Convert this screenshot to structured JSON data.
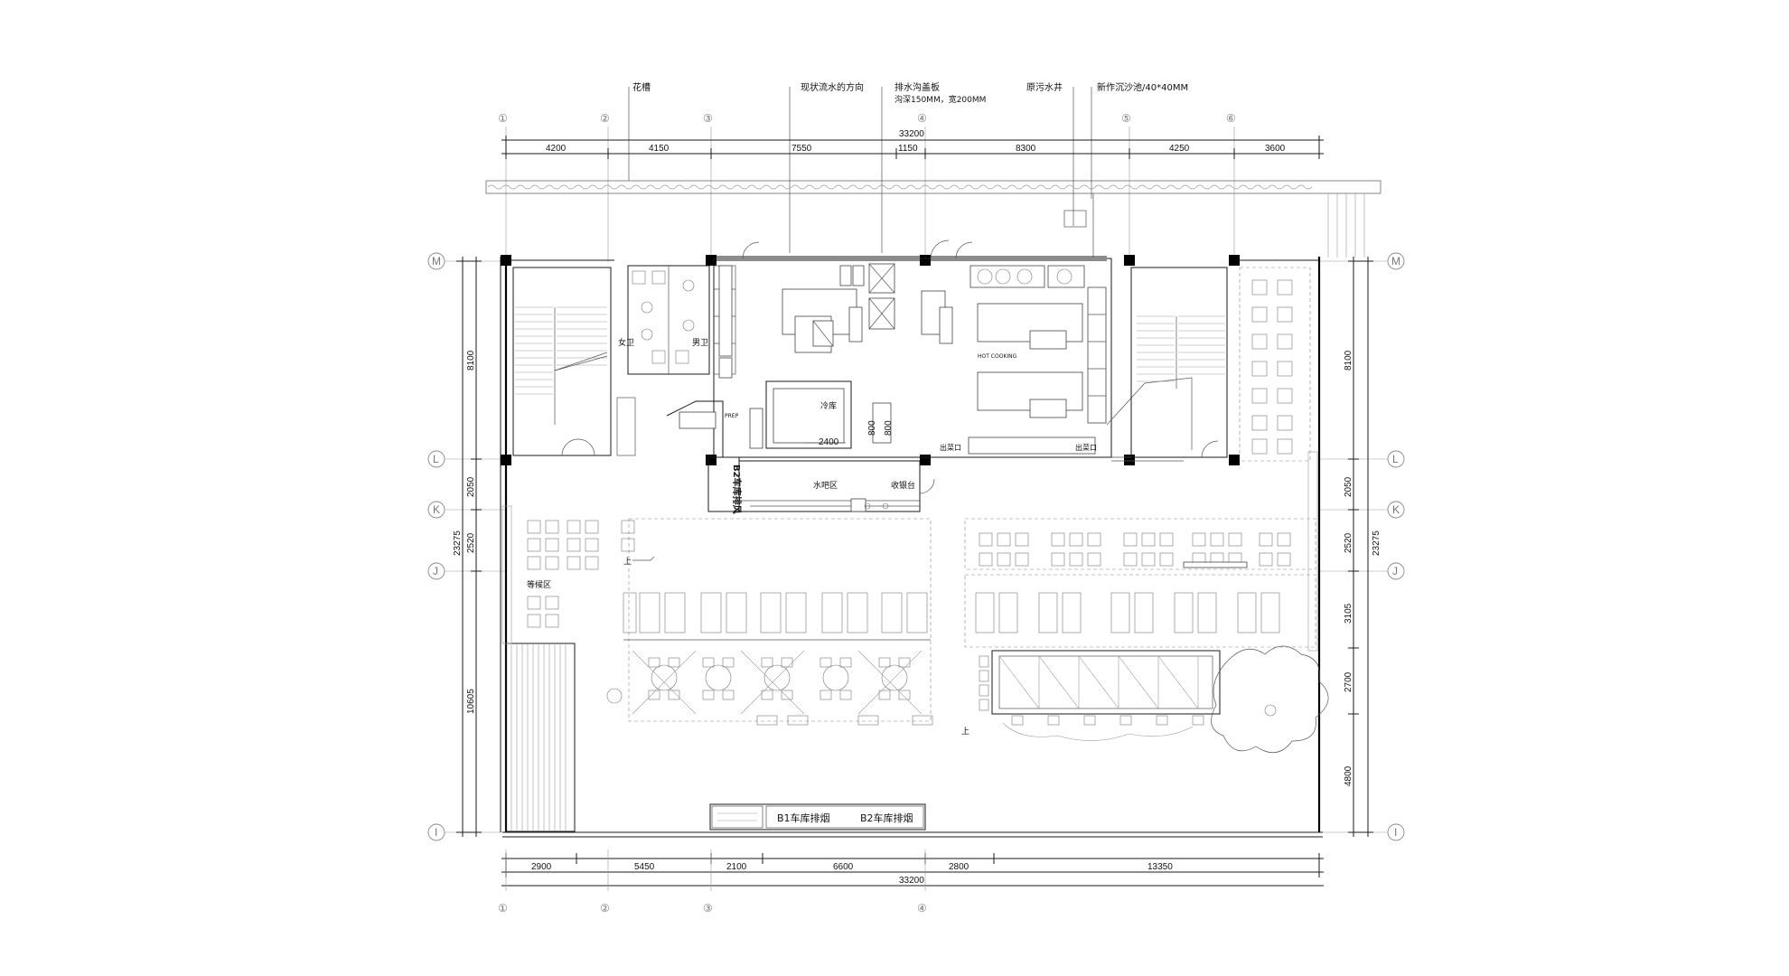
{
  "drawing": {
    "overall_dimension": "33200",
    "top_axes": [
      {
        "id": "top-1",
        "label": "①"
      },
      {
        "id": "top-2",
        "label": "②"
      },
      {
        "id": "top-3",
        "label": "③"
      },
      {
        "id": "top-4",
        "label": "④"
      },
      {
        "id": "top-5",
        "label": "⑤"
      },
      {
        "id": "top-6",
        "label": "⑥"
      }
    ],
    "bottom_axes": [
      {
        "id": "bot-1",
        "label": "①"
      },
      {
        "id": "bot-2",
        "label": "②"
      },
      {
        "id": "bot-3",
        "label": "③"
      },
      {
        "id": "bot-4",
        "label": "④"
      }
    ],
    "left_axes": [
      {
        "id": "M",
        "label": "M"
      },
      {
        "id": "L",
        "label": "L"
      },
      {
        "id": "K",
        "label": "K"
      },
      {
        "id": "J",
        "label": "J"
      },
      {
        "id": "I",
        "label": "I"
      }
    ],
    "top_dims": [
      "4200",
      "4150",
      "7550",
      "1150",
      "8300",
      "4250",
      "3600"
    ],
    "bottom_dims": [
      "2900",
      "5450",
      "2100",
      "6600",
      "2800",
      "13350"
    ],
    "left_dims": [
      "8100",
      "2050",
      "2520",
      "10605"
    ],
    "left_total": "23275",
    "right_dims": [
      "8100",
      "2050",
      "2520",
      "3105",
      "2700",
      "4800"
    ],
    "right_total": "23275"
  },
  "annotations": {
    "flower_bed": "花槽",
    "water_flow": "现状流水的方向",
    "drain_cover": "排水沟盖板",
    "drain_spec": "沟深150MM，宽200MM",
    "sewage_well": "原污水井",
    "sedimentation": "新作沉沙池/40*40MM"
  },
  "rooms": {
    "womens_wc": "女卫",
    "mens_wc": "男卫",
    "cold_room": "冷库",
    "cold_dim": "2400",
    "cold_dim_a": "800",
    "cold_dim_b": "800",
    "bar": "水吧区",
    "cashier": "收银台",
    "waiting": "等候区",
    "exhaust": "B2车库排风",
    "up_1": "上",
    "up_2": "上",
    "serve_1": "出菜口",
    "serve_2": "出菜口",
    "prep": "PREP",
    "hot_line": "HOT COOKING"
  },
  "legend": {
    "b1": "B1车库排烟",
    "b2": "B2车库排烟"
  }
}
